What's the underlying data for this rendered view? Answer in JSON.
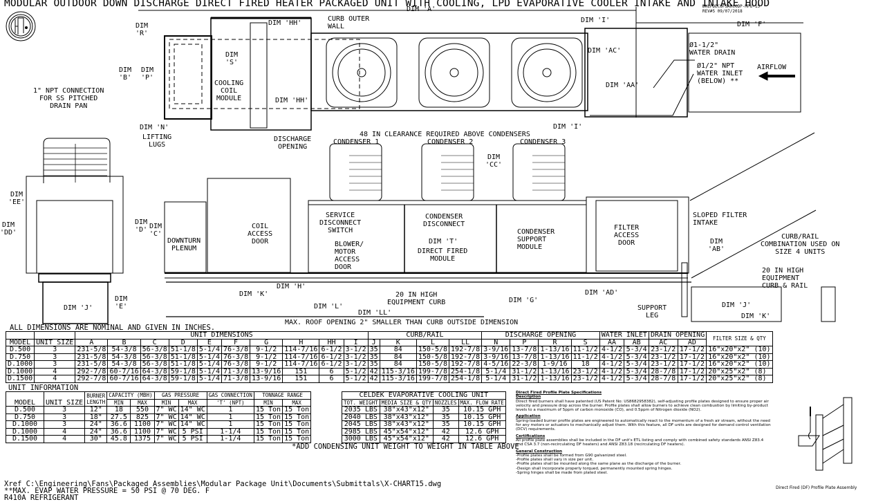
{
  "title": "MODULAR OUTDOOR DOWN DISCHARGE DIRECT FIRED HEATER PACKAGED UNIT WITH COOLING, LPD EVAPORATIVE COOLER INTAKE AND INTAKE HOOD",
  "drawing_id": "DHLPDECOFSAHCCDP-MPU-15",
  "revision": "REV#5  09/07/2018",
  "logo": "etl-listed-logo",
  "top_view_labels": {
    "dim_a": "DIM 'A'",
    "dim_r": "DIM\n'R'",
    "dim_hh_top": "DIM 'HH'",
    "curb_outer_wall": "CURB OUTER\nWALL",
    "dim_s": "DIM\n'S'",
    "dim_b": "DIM\n'B'",
    "dim_p": "DIM\n'P'",
    "cooling_coil_module": "COOLING\nCOIL\nMODULE",
    "npt_connection": "1\" NPT CONNECTION\nFOR SS PITCHED\nDRAIN PAN",
    "dim_hh_bottom": "DIM 'HH'",
    "dim_n": "DIM 'N'",
    "discharge_opening": "DISCHARGE\nOPENING",
    "dim_i_top": "DIM 'I'",
    "dim_i_bottom": "DIM 'I'",
    "dim_f": "DIM 'F'",
    "dim_ac": "DIM 'AC'",
    "dim_aa": "DIM 'AA'",
    "water_drain": "Ø1-1/2\"\nWATER DRAIN",
    "water_inlet": "Ø1/2\" NPT\nWATER INLET\n(BELOW) **",
    "airflow": "AIRFLOW"
  },
  "side_view_labels": {
    "lifting_lugs": "LIFTING\nLUGS",
    "clearance": "48 IN CLEARANCE REQUIRED ABOVE CONDENSERS",
    "condensers": [
      "CONDENSER 1",
      "CONDENSER 2",
      "CONDENSER 3"
    ],
    "dim_cc": "DIM\n'CC'",
    "dim_ee": "DIM\n'EE'",
    "dim_dd": "DIM\n'DD'",
    "dim_d": "DIM\n'D'",
    "dim_c": "DIM\n'C'",
    "dim_e": "DIM\n'E'",
    "dim_j_end": "DIM 'J'",
    "downturn_plenum": "DOWNTURN\nPLENUM",
    "coil_access_door": "COIL\nACCESS\nDOOR",
    "service_disconnect": "SERVICE\nDISCONNECT\nSWITCH",
    "blower_motor_door": "BLOWER/\nMOTOR\nACCESS\nDOOR",
    "condenser_disconnect": "CONDENSER\nDISCONNECT",
    "dim_t": "DIM 'T'",
    "direct_fired_module": "DIRECT FIRED\nMODULE",
    "condenser_support": "CONDENSER\nSUPPORT\nMODULE",
    "filter_access_door": "FILTER\nACCESS\nDOOR",
    "sloped_filter": "SLOPED FILTER\nINTAKE",
    "dim_ab": "DIM\n'AB'",
    "curb_rail_combo": "CURB/RAIL\nCOMBINATION USED ON\nSIZE 4 UNITS",
    "curb_rail_20": "20 IN HIGH\nEQUIPMENT\nCURB & RAIL",
    "dim_h": "DIM 'H'",
    "dim_k": "DIM 'K'",
    "dim_l": "DIM 'L'",
    "dim_ll": "DIM 'LL'",
    "equipment_curb": "20 IN HIGH\nEQUIPMENT CURB",
    "dim_g": "DIM 'G'",
    "dim_ad": "DIM 'AD'",
    "support_leg": "SUPPORT\nLEG",
    "dim_j_rail": "DIM 'J'",
    "dim_k_rail": "DIM 'K'",
    "roof_opening": "MAX. ROOF OPENING 2\" SMALLER THAN CURB OUTSIDE DIMENSION"
  },
  "dimensions_table": {
    "caption": "ALL DIMENSIONS ARE NOMINAL AND GIVEN IN INCHES.",
    "groups": {
      "unit_dimensions": "UNIT DIMENSIONS",
      "curb_rail": "CURB/RAIL",
      "discharge_opening": "DISCHARGE OPENING",
      "water_inlet": "WATER INLET",
      "drain_opening": "DRAIN OPENING",
      "filter": "FILTER SIZE & QTY"
    },
    "columns": [
      "MODEL",
      "UNIT SIZE",
      "A",
      "B",
      "C",
      "D",
      "E",
      "F",
      "G",
      "H",
      "HH",
      "I",
      "J",
      "K",
      "L",
      "LL",
      "N",
      "P",
      "R",
      "S",
      "AA",
      "AB",
      "AC",
      "AD"
    ],
    "rows": [
      [
        "D.500",
        "3",
        "231-5/8",
        "54-3/8",
        "56-3/8",
        "51-1/8",
        "5-1/4",
        "76-3/8",
        "9-1/2",
        "114-7/16",
        "6-1/2",
        "3-1/2",
        "35",
        "84",
        "150-5/8",
        "192-7/8",
        "3-9/16",
        "13-7/8",
        "1-13/16",
        "11-1/2",
        "4-1/2",
        "5-3/4",
        "23-1/2",
        "17-1/2",
        "16\"x20\"x2\"  (10)"
      ],
      [
        "D.750",
        "3",
        "231-5/8",
        "54-3/8",
        "56-3/8",
        "51-1/8",
        "5-1/4",
        "76-3/8",
        "9-1/2",
        "114-7/16",
        "6-1/2",
        "3-1/2",
        "35",
        "84",
        "150-5/8",
        "192-7/8",
        "3-9/16",
        "13-7/8",
        "1-13/16",
        "11-1/2",
        "4-1/2",
        "5-3/4",
        "23-1/2",
        "17-1/2",
        "16\"x20\"x2\"  (10)"
      ],
      [
        "D.1000",
        "3",
        "231-5/8",
        "54-3/8",
        "56-3/8",
        "51-1/8",
        "5-1/4",
        "76-3/8",
        "9-1/2",
        "114-7/16",
        "6-1/2",
        "3-1/2",
        "35",
        "84",
        "150-5/8",
        "192-7/8",
        "4-5/16",
        "22-3/8",
        "1-9/16",
        "18",
        "4-1/2",
        "5-3/4",
        "23-1/2",
        "17-1/2",
        "16\"x20\"x2\"  (10)"
      ],
      [
        "D.1000",
        "4",
        "292-7/8",
        "60-7/16",
        "64-3/8",
        "59-1/8",
        "5-1/4",
        "71-3/8",
        "13-9/16",
        "151",
        "6",
        "5-1/2",
        "42",
        "115-3/16",
        "199-7/8",
        "254-1/8",
        "5-1/4",
        "31-1/2",
        "1-13/16",
        "23-1/2",
        "4-1/2",
        "5-3/4",
        "28-7/8",
        "17-1/2",
        "20\"x25\"x2\"  (8)"
      ],
      [
        "D.1500",
        "4",
        "292-7/8",
        "60-7/16",
        "64-3/8",
        "59-1/8",
        "5-1/4",
        "71-3/8",
        "13-9/16",
        "151",
        "6",
        "5-1/2",
        "42",
        "115-3/16",
        "199-7/8",
        "254-1/8",
        "5-1/4",
        "31-1/2",
        "1-13/16",
        "23-1/2",
        "4-1/2",
        "5-3/4",
        "28-7/8",
        "17-1/2",
        "20\"x25\"x2\"  (8)"
      ]
    ]
  },
  "unit_info_table": {
    "caption": "UNIT INFORMATION",
    "headers": {
      "model": "MODEL",
      "unit_size": "UNIT SIZE",
      "burner": "BURNER\nLENGTH",
      "capacity": "CAPACITY (MBH)",
      "gas_pressure": "GAS PRESSURE",
      "gas_connection": "GAS CONNECTION",
      "gas_conn_sub": "'T' (NPT)",
      "tonnage": "TONNAGE RANGE",
      "min": "MIN",
      "max": "MAX"
    },
    "rows": [
      [
        "D.500",
        "3",
        "12\"",
        "18",
        "550",
        "7\" WC",
        "14\" WC",
        "1",
        "15 Ton",
        "15 Ton"
      ],
      [
        "D.750",
        "3",
        "18\"",
        "27.5",
        "825",
        "7\" WC",
        "14\" WC",
        "1",
        "15 Ton",
        "15 Ton"
      ],
      [
        "D.1000",
        "3",
        "24\"",
        "36.6",
        "1100",
        "7\" WC",
        "14\" WC",
        "1",
        "15 Ton",
        "15 Ton"
      ],
      [
        "D.1000",
        "4",
        "24\"",
        "36.6",
        "1100",
        "7\" WC",
        "5 PSI",
        "1-1/4",
        "15 Ton",
        "15 Ton"
      ],
      [
        "D.1500",
        "4",
        "30\"",
        "45.8",
        "1375",
        "7\" WC",
        "5 PSI",
        "1-1/4",
        "15 Ton",
        "15 Ton"
      ]
    ]
  },
  "celdek_table": {
    "caption": "CELDEK EVAPORATIVE COOLING UNIT",
    "headers": [
      "TOT. WEIGHT",
      "MEDIA SIZE & QTY",
      "NOZZLES",
      "MAX. FLOW RATE"
    ],
    "rows": [
      [
        "2035 LBS",
        "38\"x43\"x12\"",
        "35",
        "10.15 GPH"
      ],
      [
        "2040 LBS",
        "38\"x43\"x12\"",
        "35",
        "10.15 GPH"
      ],
      [
        "2045 LBS",
        "38\"x43\"x12\"",
        "35",
        "10.15 GPH"
      ],
      [
        "2985 LBS",
        "45\"x54\"x12\"",
        "42",
        "12.6 GPH"
      ],
      [
        "3000 LBS",
        "45\"x54\"x12\"",
        "42",
        "12.6 GPH"
      ]
    ],
    "note": "*ADD CONDENSING UNIT WEIGHT TO WEIGHT IN TABLE ABOVE"
  },
  "specs": {
    "title": "Direct Fired Profile Plate Specifications",
    "sections": [
      {
        "heading": "Description",
        "text": "Direct fired burners shall have patented (US Patent No: US8682958382), self-adjusting profile plates designed to ensure proper air velocity and pressure drop across the burner. Profile plates shall allow burners to achieve clean combustion by limiting by-product levels to a maximum of 5ppm of carbon monoxide (CO), and 0.5ppm of Nitrogen dioxide (NO2)."
      },
      {
        "heading": "Application",
        "text": "Spring-loaded burner profile plates are engineered to automatically react to the momentum of a fresh air stream, without the need for any motors or actuators to mechanically adjust them. With this feature, all DF units are designed for demand control ventilation (DCV) requirements."
      },
      {
        "heading": "Certifications",
        "text": "All profile plate assemblies shall be included in the DF unit's ETL listing and comply with combined safety standards ANSI Z83.4 and CSA 3.7 (non-recirculating DF heaters) and ANSI Z83.18 (recirculating DF heaters)."
      },
      {
        "heading": "General Construction",
        "text": "-Profile plates shall be formed from G90 galvanized steel.\n-Profile plates shall vary in size per unit.\n-Profile plates shall be mounted along the same plane as the discharge of the burner.\n-Design shall incorporate properly torqued, permanently mounted spring hinges.\n-Spring hinges shall be made from plated steel."
      }
    ],
    "figure_caption": "Direct Fired (DF) Profile Plate Assembly"
  },
  "footer": {
    "xref": "Xref C:\\Engineering\\Fans\\Packaged Assemblies\\Modular Package Unit\\Documents\\Submittals\\X-CHART15.dwg",
    "water_pressure": "**MAX. EVAP WATER PRESSURE = 50 PSI @ 70 DEG. F",
    "refrigerant": "R410A REFRIGERANT"
  }
}
